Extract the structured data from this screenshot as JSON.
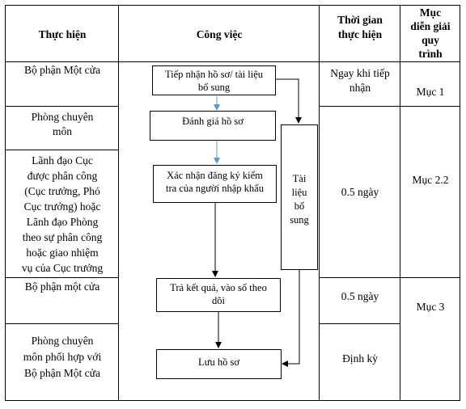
{
  "headers": {
    "performer": "Thực hiện",
    "task": "Công việc",
    "time": "Thời gian\nthực hiện",
    "section": "Mục\ndiễn giải\nquy\ntrình"
  },
  "performers": [
    "Bộ phận Một cửa",
    "Phòng chuyên\nmôn",
    "Lãnh đạo Cục\nđược phân công\n(Cục trưởng, Phó\nCục trưởng) hoặc\nLãnh đạo Phòng\ntheo sự phân công\nhoặc giao nhiệm\nvụ của Cục trưởng",
    "Bộ phận một cửa",
    "Phòng chuyên\nmôn phối hợp với\nBộ phận Một cửa"
  ],
  "tasks": [
    "Tiếp nhận hồ sơ/ tài liệu\nbổ sung",
    "Đánh giá hồ sơ",
    "Xác nhận đăng ký kiểm\ntra của người nhập khẩu",
    "Trả kết quả, vào sổ theo\ndõi",
    "Lưu hồ sơ"
  ],
  "side_box": "Tài\nliệu\nbổ\nsung",
  "times": [
    "Ngay khi tiếp\nnhận",
    "0.5 ngày",
    "0.5 ngày",
    "Định kỳ"
  ],
  "sections": [
    "Mục 1",
    "Mục 2.2",
    "Mục 3"
  ],
  "colors": {
    "border": "#000000",
    "arrow_black": "#000000",
    "arrow_blue": "#5b9bd5"
  }
}
